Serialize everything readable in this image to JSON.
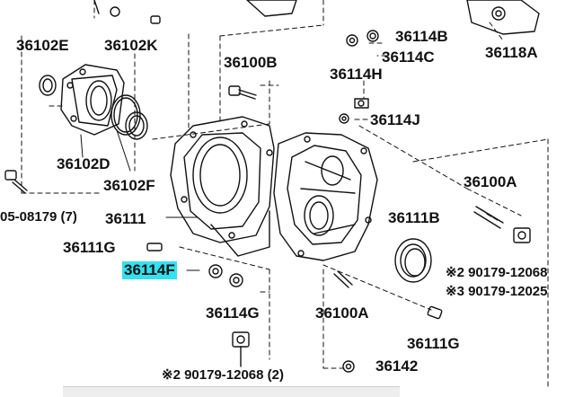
{
  "labels": {
    "p36102E": "36102E",
    "p36102K": "36102K",
    "p36102D": "36102D",
    "p36102F": "36102F",
    "p36100B": "36100B",
    "p36114B": "36114B",
    "p36114C": "36114C",
    "p36114H": "36114H",
    "p36114J": "36114J",
    "p36118A": "36118A",
    "p36111": "36111",
    "p36111G_left": "36111G",
    "p36114F": "36114F",
    "p36114G": "36114G",
    "p36100A_bottom": "36100A",
    "p36100A_right": "36100A",
    "p36111B": "36111B",
    "p36111G_right": "36111G",
    "p36142": "36142",
    "bolt_left": "05-08179 (7)",
    "note_right_1": "※2 90179-12068",
    "note_right_2": "※3 90179-12025",
    "note_bottom": "※2 90179-12068 (2)"
  },
  "colors": {
    "ink": "#111111",
    "highlight": "#33e0ef"
  }
}
